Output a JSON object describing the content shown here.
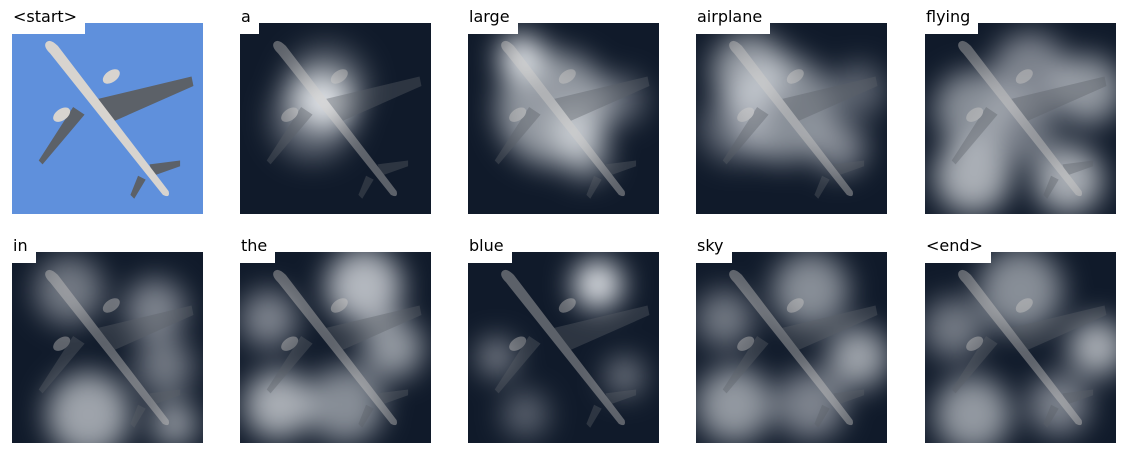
{
  "colors": {
    "sky": "#5f90dc",
    "fuselage": "#d8d4cf",
    "wing": "#5c6168",
    "heat_dark": "#101a2a",
    "heat_bright": "#e9ecf0"
  },
  "figure": {
    "words": [
      {
        "label": "<start>",
        "mode": "original",
        "spots": []
      },
      {
        "label": "a",
        "mode": "attention",
        "spots": [
          [
            0.45,
            0.43,
            0.1,
            1.0
          ],
          [
            0.43,
            0.4,
            0.16,
            0.7
          ],
          [
            0.38,
            0.5,
            0.22,
            0.35
          ],
          [
            0.45,
            0.33,
            0.22,
            0.3
          ]
        ]
      },
      {
        "label": "large",
        "mode": "attention",
        "spots": [
          [
            0.28,
            0.18,
            0.12,
            0.95
          ],
          [
            0.45,
            0.45,
            0.3,
            0.6
          ],
          [
            0.55,
            0.55,
            0.12,
            0.6
          ],
          [
            0.62,
            0.7,
            0.12,
            0.55
          ],
          [
            0.8,
            0.4,
            0.13,
            0.35
          ]
        ]
      },
      {
        "label": "airplane",
        "mode": "attention",
        "spots": [
          [
            0.28,
            0.25,
            0.2,
            0.6
          ],
          [
            0.45,
            0.45,
            0.28,
            0.55
          ],
          [
            0.75,
            0.65,
            0.14,
            0.5
          ],
          [
            0.2,
            0.55,
            0.18,
            0.35
          ],
          [
            0.85,
            0.35,
            0.14,
            0.35
          ]
        ]
      },
      {
        "label": "flying",
        "mode": "attention",
        "spots": [
          [
            0.25,
            0.8,
            0.2,
            0.7
          ],
          [
            0.75,
            0.82,
            0.18,
            0.7
          ],
          [
            0.85,
            0.35,
            0.18,
            0.6
          ],
          [
            0.25,
            0.45,
            0.2,
            0.55
          ],
          [
            0.55,
            0.25,
            0.2,
            0.5
          ],
          [
            0.5,
            0.55,
            0.18,
            0.45
          ]
        ]
      },
      {
        "label": "in",
        "mode": "attention",
        "spots": [
          [
            0.4,
            0.85,
            0.22,
            0.65
          ],
          [
            0.85,
            0.9,
            0.12,
            0.6
          ],
          [
            0.75,
            0.3,
            0.16,
            0.5
          ],
          [
            0.3,
            0.2,
            0.18,
            0.45
          ],
          [
            0.8,
            0.6,
            0.15,
            0.45
          ]
        ]
      },
      {
        "label": "the",
        "mode": "attention",
        "spots": [
          [
            0.65,
            0.18,
            0.2,
            0.75
          ],
          [
            0.2,
            0.8,
            0.18,
            0.7
          ],
          [
            0.8,
            0.5,
            0.16,
            0.6
          ],
          [
            0.55,
            0.8,
            0.2,
            0.55
          ],
          [
            0.15,
            0.35,
            0.15,
            0.5
          ]
        ]
      },
      {
        "label": "blue",
        "mode": "attention",
        "spots": [
          [
            0.68,
            0.17,
            0.13,
            0.95
          ],
          [
            0.15,
            0.55,
            0.1,
            0.5
          ],
          [
            0.82,
            0.65,
            0.1,
            0.45
          ],
          [
            0.3,
            0.85,
            0.12,
            0.35
          ]
        ]
      },
      {
        "label": "sky",
        "mode": "attention",
        "spots": [
          [
            0.85,
            0.55,
            0.16,
            0.65
          ],
          [
            0.2,
            0.8,
            0.2,
            0.6
          ],
          [
            0.6,
            0.2,
            0.2,
            0.55
          ],
          [
            0.6,
            0.8,
            0.18,
            0.5
          ],
          [
            0.15,
            0.35,
            0.15,
            0.45
          ]
        ]
      },
      {
        "label": "<end>",
        "mode": "attention",
        "spots": [
          [
            0.9,
            0.5,
            0.15,
            0.7
          ],
          [
            0.25,
            0.85,
            0.2,
            0.6
          ],
          [
            0.5,
            0.2,
            0.22,
            0.55
          ],
          [
            0.7,
            0.8,
            0.16,
            0.5
          ],
          [
            0.15,
            0.4,
            0.16,
            0.45
          ]
        ]
      }
    ]
  }
}
